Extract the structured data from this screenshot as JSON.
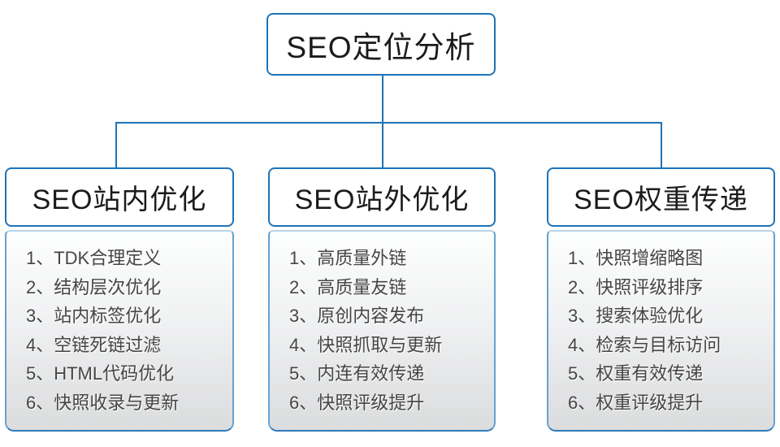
{
  "root": {
    "title": "SEO定位分析"
  },
  "columns": [
    {
      "title": "SEO站内优化",
      "items": [
        "1、TDK合理定义",
        "2、结构层次优化",
        "3、站内标签优化",
        "4、空链死链过滤",
        "5、HTML代码优化",
        "6、快照收录与更新"
      ]
    },
    {
      "title": "SEO站外优化",
      "items": [
        "1、高质量外链",
        "2、高质量友链",
        "3、原创内容发布",
        "4、快照抓取与更新",
        "5、内连有效传递",
        "6、快照评级提升"
      ]
    },
    {
      "title": "SEO权重传递",
      "items": [
        "1、快照增缩略图",
        "2、快照评级排序",
        "3、搜索体验优化",
        "4、检索与目标访问",
        "5、权重有效传递",
        "6、权重评级提升"
      ]
    }
  ],
  "colors": {
    "connector": "#1e73b8",
    "node_border": "#1e73b8",
    "panel_border_bottom": "#2e79bd"
  }
}
